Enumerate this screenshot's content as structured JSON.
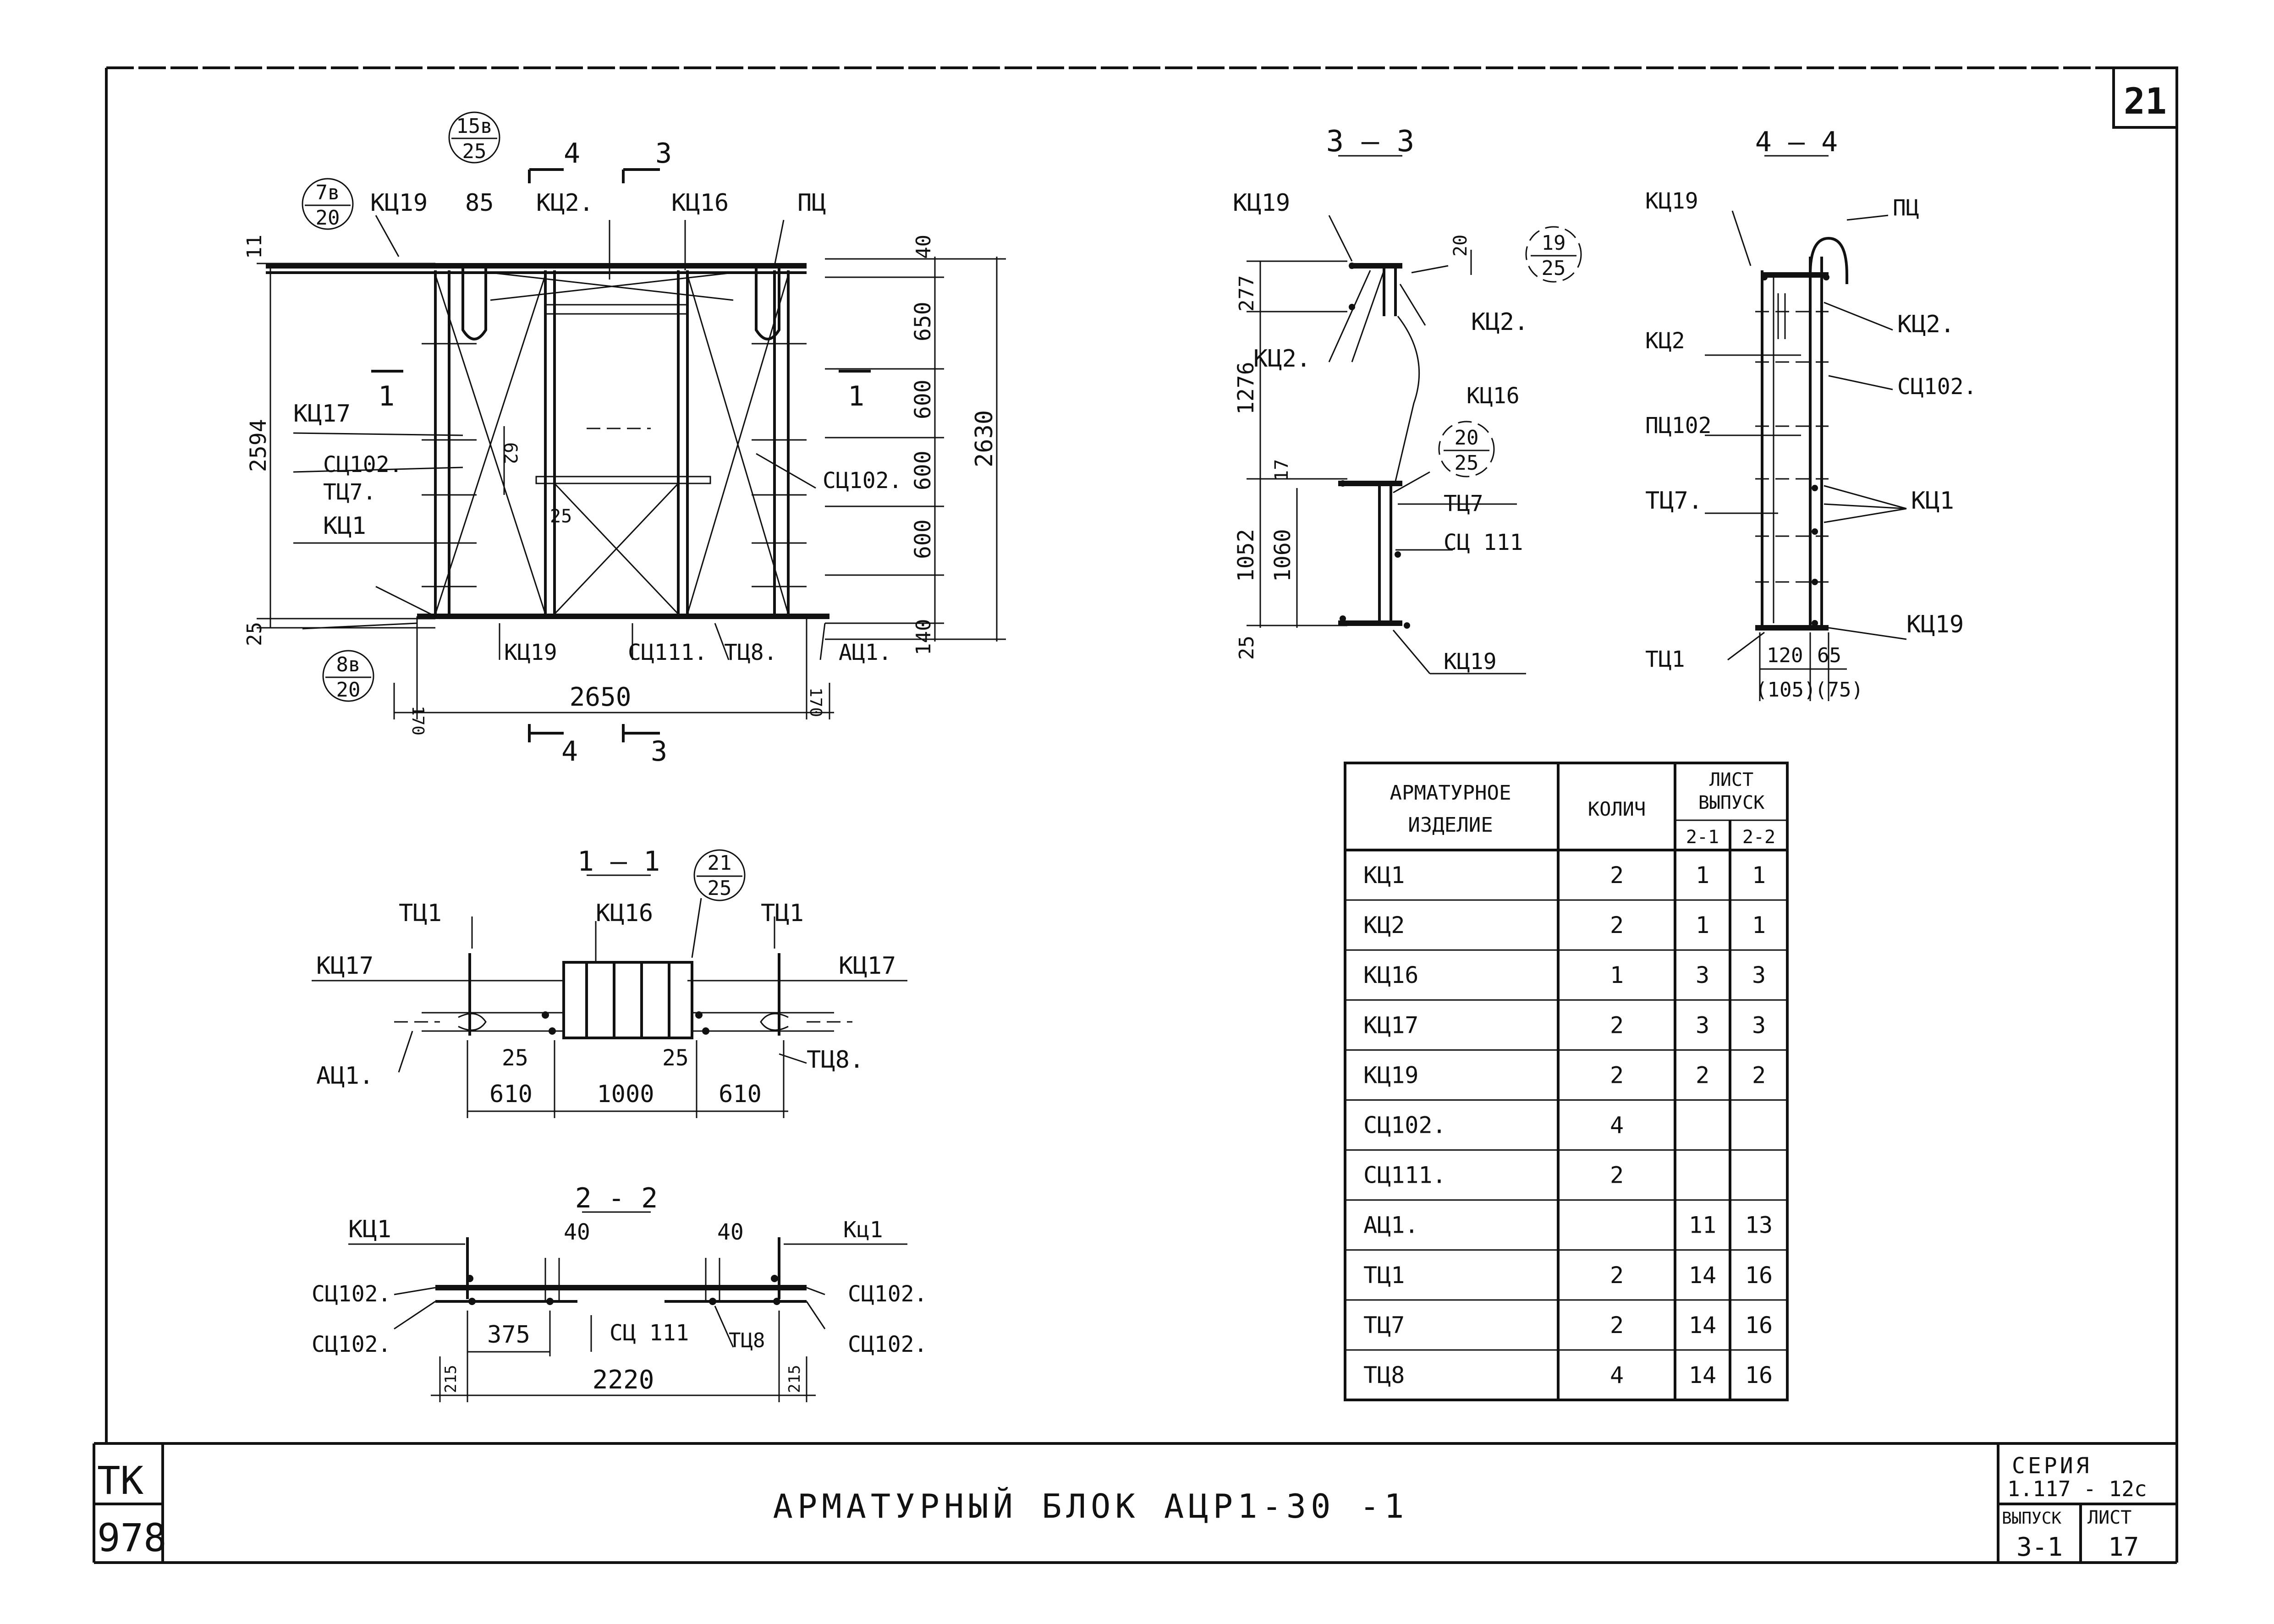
{
  "sheet": {
    "sheet_number": "21",
    "title": "АРМАТУРНЫЙ БЛОК АЦР1-30 -1",
    "tk_label": "ТК",
    "tk_number": "978",
    "series_label": "СЕРИЯ",
    "series_value": "1.117 - 12с",
    "issue_label": "ВЫПУСК",
    "issue_value": "3-1",
    "page_label": "ЛИСТ",
    "page_value": "17"
  },
  "main_view": {
    "callout_top_left": [
      "7в",
      "20"
    ],
    "callout_top": [
      "15в",
      "25"
    ],
    "callout_bottom_left": [
      "8в",
      "20"
    ],
    "labels": {
      "kc19_top": "КЦ19",
      "d85": "85",
      "kc2": "КЦ2.",
      "kc16": "КЦ16",
      "pc": "ПЦ",
      "kc17": "КЦ17",
      "sc102_left": "СЦ102.",
      "tc7": "ТЦ7.",
      "kc1": "КЦ1",
      "sc102_right": "СЦ102.",
      "kc19_bottom": "КЦ19",
      "sc111": "СЦ111.",
      "tc8": "ТЦ8.",
      "ac1": "АЦ1.",
      "d62": "62",
      "d25_inner": "25"
    },
    "section_marks": {
      "s4": "4",
      "s3": "3",
      "s1": "1"
    },
    "dims_left": {
      "d11": "11",
      "d2594": "2594",
      "d25": "25"
    },
    "dims_right": {
      "d40": "40",
      "d650": "650",
      "d600a": "600",
      "d600b": "600",
      "d600c": "600",
      "d140": "140",
      "d2630": "2630"
    },
    "dims_bottom": {
      "d170l": "170",
      "d2650": "2650",
      "d170r": "170"
    }
  },
  "section_3_3": {
    "title": "3 – 3",
    "callout_a": [
      "19",
      "25"
    ],
    "callout_b": [
      "20",
      "25"
    ],
    "labels": {
      "kc19_top": "КЦ19",
      "kc2_left": "КЦ2.",
      "kc2_right": "КЦ2.",
      "kc16": "КЦ16",
      "tc7": "ТЦ7",
      "sc111": "СЦ 111",
      "kc19_bottom": "КЦ19"
    },
    "dims": {
      "d20": "20",
      "d277": "277",
      "d1276": "1276",
      "d17": "17",
      "d1060": "1060",
      "d1052": "1052",
      "d25": "25"
    }
  },
  "section_4_4": {
    "title": "4 – 4",
    "labels": {
      "kc19": "КЦ19",
      "pc": "ПЦ",
      "kc2_left": "КЦ2",
      "kc2_right": "КЦ2.",
      "sc102": "СЦ102.",
      "pc102": "ПЦ102",
      "tc7": "ТЦ7.",
      "kc1": "КЦ1",
      "kc19_right": "КЦ19",
      "tc1": "ТЦ1"
    },
    "dims": {
      "d120": "120",
      "d65": "65",
      "d105": "(105)",
      "d75": "(75)"
    }
  },
  "section_1_1": {
    "title": "1 – 1",
    "callout": [
      "21",
      "25"
    ],
    "labels": {
      "tc1_left": "ТЦ1",
      "kc16": "КЦ16",
      "tc1_right": "ТЦ1",
      "kc17_left": "КЦ17",
      "kc17_right": "КЦ17",
      "ac1": "АЦ1.",
      "tc8": "ТЦ8."
    },
    "dims": {
      "d25l": "25",
      "d25r": "25",
      "d610l": "610",
      "d1000": "1000",
      "d610r": "610"
    }
  },
  "section_2_2": {
    "title": "2 - 2",
    "labels": {
      "kc1_left": "КЦ1",
      "kc1_right": "Кц1",
      "sc102_a": "СЦ102.",
      "sc102_b": "СЦ102.",
      "sc102_c": "СЦ102.",
      "sc102_d": "СЦ102.",
      "sc111": "СЦ 111",
      "tc8": "ТЦ8"
    },
    "dims": {
      "d40l": "40",
      "d40r": "40",
      "d375": "375",
      "d215l": "215",
      "d2220": "2220",
      "d215r": "215"
    }
  },
  "table": {
    "headers": {
      "item_line1": "АРМАТУРНОЕ",
      "item_line2": "ИЗДЕЛИЕ",
      "qty": "КОЛИЧ",
      "sheet": "ЛИСТ",
      "issue": "ВЫПУСК",
      "col1": "2-1",
      "col2": "2-2"
    },
    "rows": [
      {
        "item": "КЦ1",
        "qty": "2",
        "v21": "1",
        "v22": "1"
      },
      {
        "item": "КЦ2",
        "qty": "2",
        "v21": "1",
        "v22": "1"
      },
      {
        "item": "КЦ16",
        "qty": "1",
        "v21": "3",
        "v22": "3"
      },
      {
        "item": "КЦ17",
        "qty": "2",
        "v21": "3",
        "v22": "3"
      },
      {
        "item": "КЦ19",
        "qty": "2",
        "v21": "2",
        "v22": "2"
      },
      {
        "item": "СЦ102.",
        "qty": "4",
        "v21": "",
        "v22": ""
      },
      {
        "item": "СЦ111.",
        "qty": "2",
        "v21": "",
        "v22": ""
      },
      {
        "item": "АЦ1.",
        "qty": "",
        "v21": "11",
        "v22": "13"
      },
      {
        "item": "ТЦ1",
        "qty": "2",
        "v21": "14",
        "v22": "16"
      },
      {
        "item": "ТЦ7",
        "qty": "2",
        "v21": "14",
        "v22": "16"
      },
      {
        "item": "ТЦ8",
        "qty": "4",
        "v21": "14",
        "v22": "16"
      }
    ]
  }
}
